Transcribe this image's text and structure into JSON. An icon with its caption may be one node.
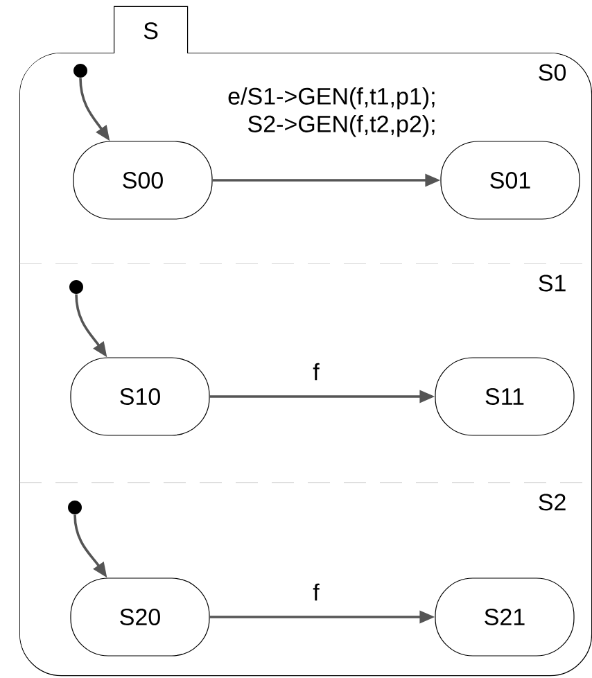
{
  "diagram": {
    "nodes": [
      {
        "text": [
          "S"
        ]
      },
      {
        "text": [
          "S0"
        ],
        "in": 0
      },
      {
        "text": [],
        "shape": "circle",
        "in": 1
      },
      {
        "text": [
          "S00"
        ],
        "in": 1
      },
      {
        "text": [
          "S01"
        ],
        "in": 1
      },
      {
        "text": [
          "S1"
        ],
        "in": 0
      },
      {
        "text": [],
        "shape": "circle",
        "in": 5
      },
      {
        "text": [
          "S10"
        ],
        "in": 5
      },
      {
        "text": [
          "S11"
        ],
        "in": 5
      },
      {
        "text": [
          "S2"
        ],
        "in": 0
      },
      {
        "text": [],
        "shape": "circle",
        "in": 9
      },
      {
        "text": [
          "S20"
        ],
        "in": 9
      },
      {
        "text": [
          "S21"
        ],
        "in": 9
      }
    ],
    "edges": [
      {
        "from": 2,
        "to": 3,
        "arrow": "to"
      },
      {
        "from": 3,
        "to": 4,
        "arrow": "to",
        "label": "e/S1->GEN(f,t1,p1); S2->GEN(f,t2,p2);"
      },
      {
        "from": 6,
        "to": 7,
        "arrow": "to"
      },
      {
        "from": 7,
        "to": 8,
        "arrow": "to",
        "label": "f"
      },
      {
        "from": 10,
        "to": 11,
        "arrow": "to"
      },
      {
        "from": 11,
        "to": 12,
        "arrow": "to",
        "label": "f"
      }
    ]
  }
}
